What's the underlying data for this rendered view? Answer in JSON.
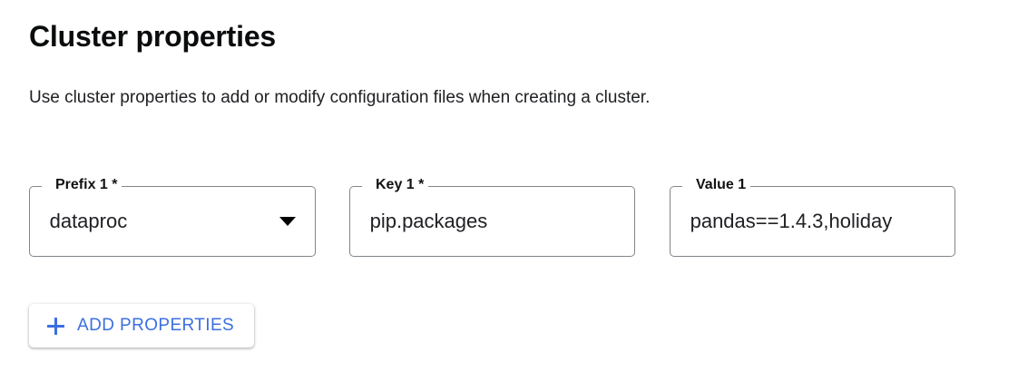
{
  "section": {
    "title": "Cluster properties",
    "description": "Use cluster properties to add or modify configuration files when creating a cluster."
  },
  "fields": [
    {
      "name": "prefix",
      "label": "Prefix 1 *",
      "value": "dataproc",
      "control": "select",
      "icon": "chevron-down-icon"
    },
    {
      "name": "key",
      "label": "Key 1 *",
      "value": "pip.packages",
      "control": "text"
    },
    {
      "name": "value",
      "label": "Value 1",
      "value": "pandas==1.4.3,holiday",
      "control": "text"
    }
  ],
  "actions": {
    "add_properties_label": "ADD PROPERTIES",
    "add_properties_icon": "plus-icon"
  },
  "colors": {
    "accent_blue": "#3b6fe0",
    "outline_gray": "#80868b",
    "text_primary": "#202124",
    "background": "#ffffff"
  }
}
